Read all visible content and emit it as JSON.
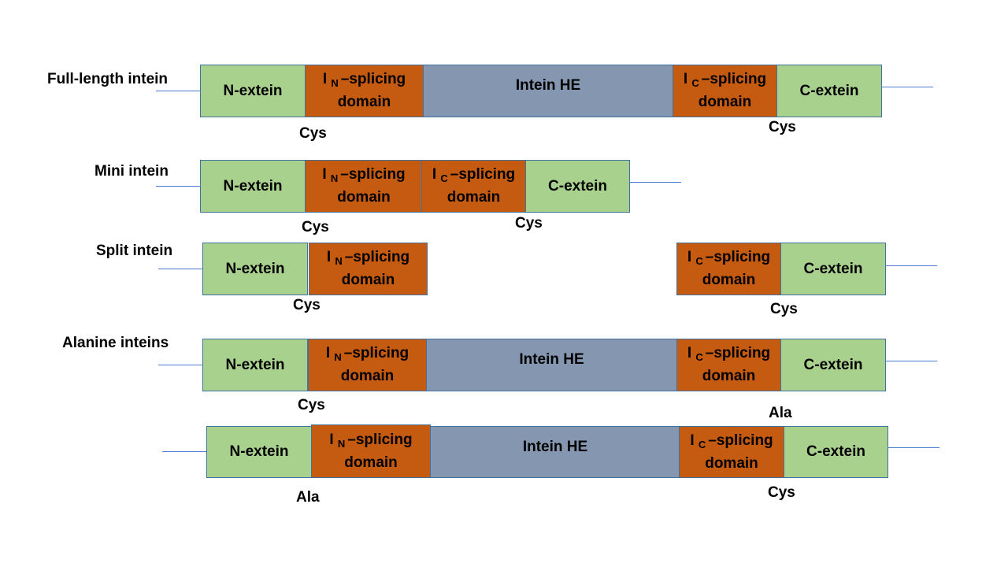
{
  "labels": {
    "n_extein": "N-extein",
    "c_extein": "C-extein",
    "intein_he": "Intein HE",
    "splicing_prefix": "I",
    "n_sub": "N",
    "c_sub": "C",
    "splicing_suffix": "–splicing",
    "splicing_line2": "domain"
  },
  "rows": {
    "full": {
      "label": "Full-length intein",
      "res_n": "Cys",
      "res_c": "Cys"
    },
    "mini": {
      "label": "Mini intein",
      "res_n": "Cys",
      "res_c": "Cys"
    },
    "split": {
      "label": "Split intein",
      "res_n": "Cys",
      "res_c": "Cys"
    },
    "ala1": {
      "label": "Alanine  inteins",
      "res_n": "Cys",
      "res_c": "Ala"
    },
    "ala2": {
      "res_n": "Ala",
      "res_c": "Cys"
    }
  }
}
